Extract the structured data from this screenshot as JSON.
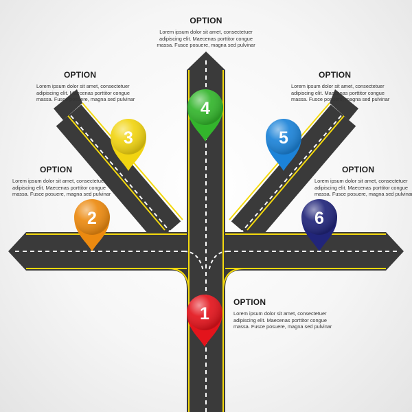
{
  "options": [
    {
      "id": "1",
      "title": "OPTION",
      "body": "Lorem ipsum dolor sit amet, consectetuer adipiscing elit. Maecenas porttitor congue massa. Fusce posuere, magna sed pulvinar",
      "color": "#e3141c"
    },
    {
      "id": "2",
      "title": "OPTION",
      "body": "Lorem ipsum dolor sit amet, consectetuer adipiscing elit. Maecenas porttitor congue massa. Fusce posuere, magna sed pulvinar",
      "color": "#ec8a10"
    },
    {
      "id": "3",
      "title": "OPTION",
      "body": "Lorem ipsum dolor sit amet, consectetuer adipiscing elit. Maecenas porttitor congue massa. Fusce posuere, magna sed pulvinar",
      "color": "#f1d411"
    },
    {
      "id": "4",
      "title": "OPTION",
      "body": "Lorem ipsum dolor sit amet, consectetuer adipiscing elit. Maecenas porttitor congue massa. Fusce posuere, magna sed pulvinar",
      "color": "#33b52c"
    },
    {
      "id": "5",
      "title": "OPTION",
      "body": "Lorem ipsum dolor sit amet, consectetuer adipiscing elit. Maecenas porttitor congue massa. Fusce posuere, magna sed pulvinar",
      "color": "#1c83d8"
    },
    {
      "id": "6",
      "title": "OPTION",
      "body": "Lorem ipsum dolor sit amet, consectetuer adipiscing elit. Maecenas porttitor congue massa. Fusce posuere, magna sed pulvinar",
      "color": "#21257a"
    }
  ],
  "colors": {
    "road": "#3a3a3a",
    "edge_line": "#f4d90d",
    "center_dash": "#ffffff"
  }
}
